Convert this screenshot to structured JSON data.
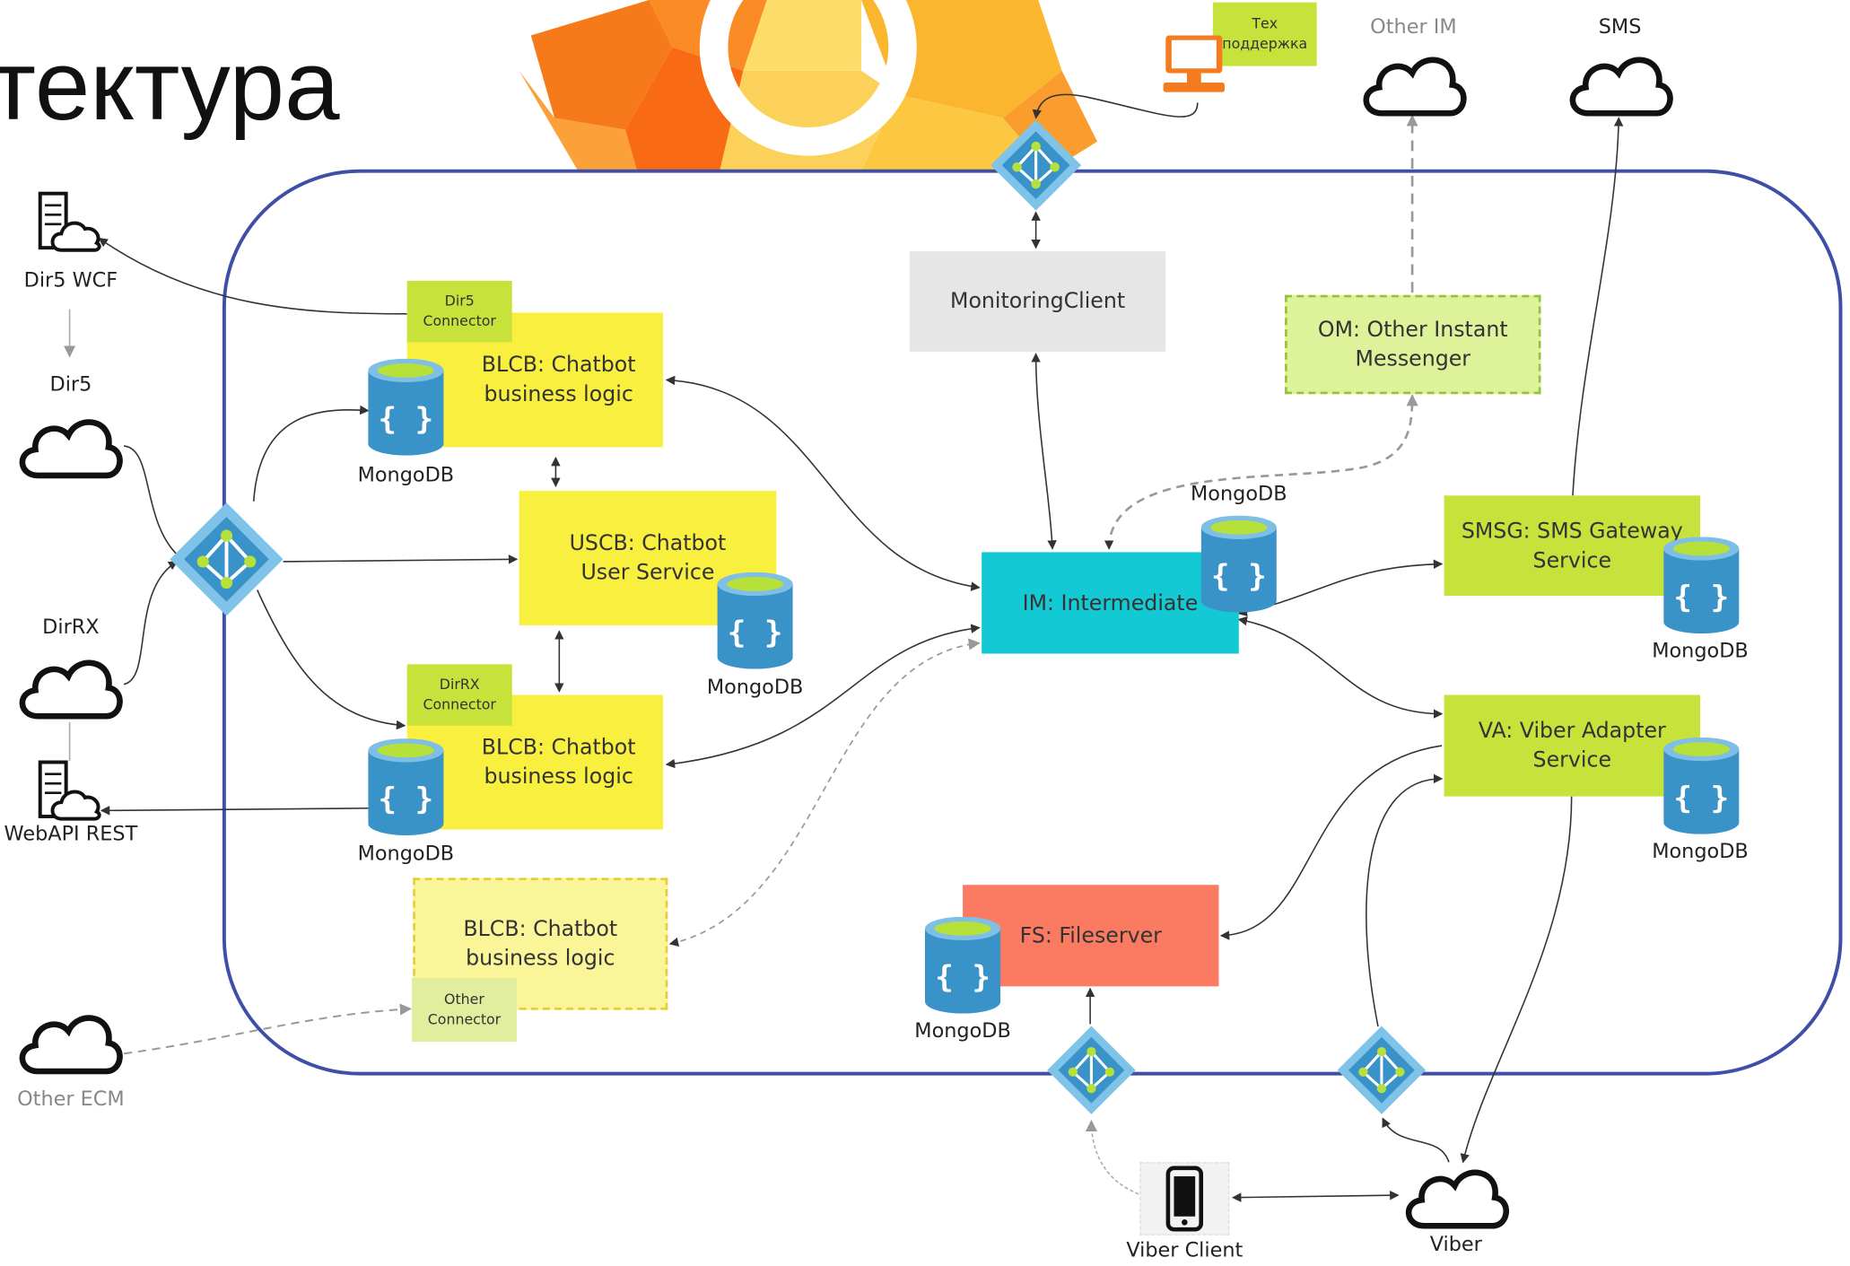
{
  "title": "тектура",
  "nodes": {
    "blcb1": "BLCB: Chatbot\nbusiness logic",
    "dir5_connector": "Dir5\nConnector",
    "uscb": "USCB: Chatbot\nUser Service",
    "blcb2": "BLCB: Chatbot\nbusiness logic",
    "dirrx_connector": "DirRX\nConnector",
    "blcb3": "BLCB: Chatbot\nbusiness logic",
    "other_connector": "Other\nConnector",
    "monitoring": "MonitoringClient",
    "om": "OM: Other Instant\nMessenger",
    "im": "IM: Intermediate",
    "smsg": "SMSG: SMS Gateway\nService",
    "va": "VA: Viber Adapter\nService",
    "fs": "FS: Fileserver",
    "tech_support": "Тех\nподдержка"
  },
  "labels": {
    "dir5_wcf": "Dir5 WCF",
    "dir5": "Dir5",
    "dirrx": "DirRX",
    "webapi": "WebAPI REST",
    "other_ecm": "Other ECM",
    "other_im": "Other IM",
    "sms": "SMS",
    "viber_client": "Viber Client",
    "viber": "Viber",
    "mongo_blcb1": "MongoDB",
    "mongo_uscb": "MongoDB",
    "mongo_blcb2": "MongoDB",
    "mongo_im": "MongoDB",
    "mongo_smsg": "MongoDB",
    "mongo_va": "MongoDB",
    "mongo_fs": "MongoDB"
  },
  "colors": {
    "boundary": "#3f4fa8",
    "yellow": "#f9ef3f",
    "light_yellow": "#fbf59a",
    "lime": "#c8e23c",
    "light_lime": "#def29a",
    "cyan": "#13c9d4",
    "salmon": "#fb7a62",
    "grey": "#e6e6e6",
    "db_blue": "#3a93c8",
    "gateway_blue": "#7fc3e8"
  },
  "icons": {
    "gateway": "load-balancer-diamond-icon",
    "database": "mongodb-database-icon",
    "cloud": "cloud-icon",
    "server": "server-cloud-icon",
    "computer": "computer-icon",
    "phone": "smartphone-icon",
    "logo": "gear-logo-icon"
  }
}
